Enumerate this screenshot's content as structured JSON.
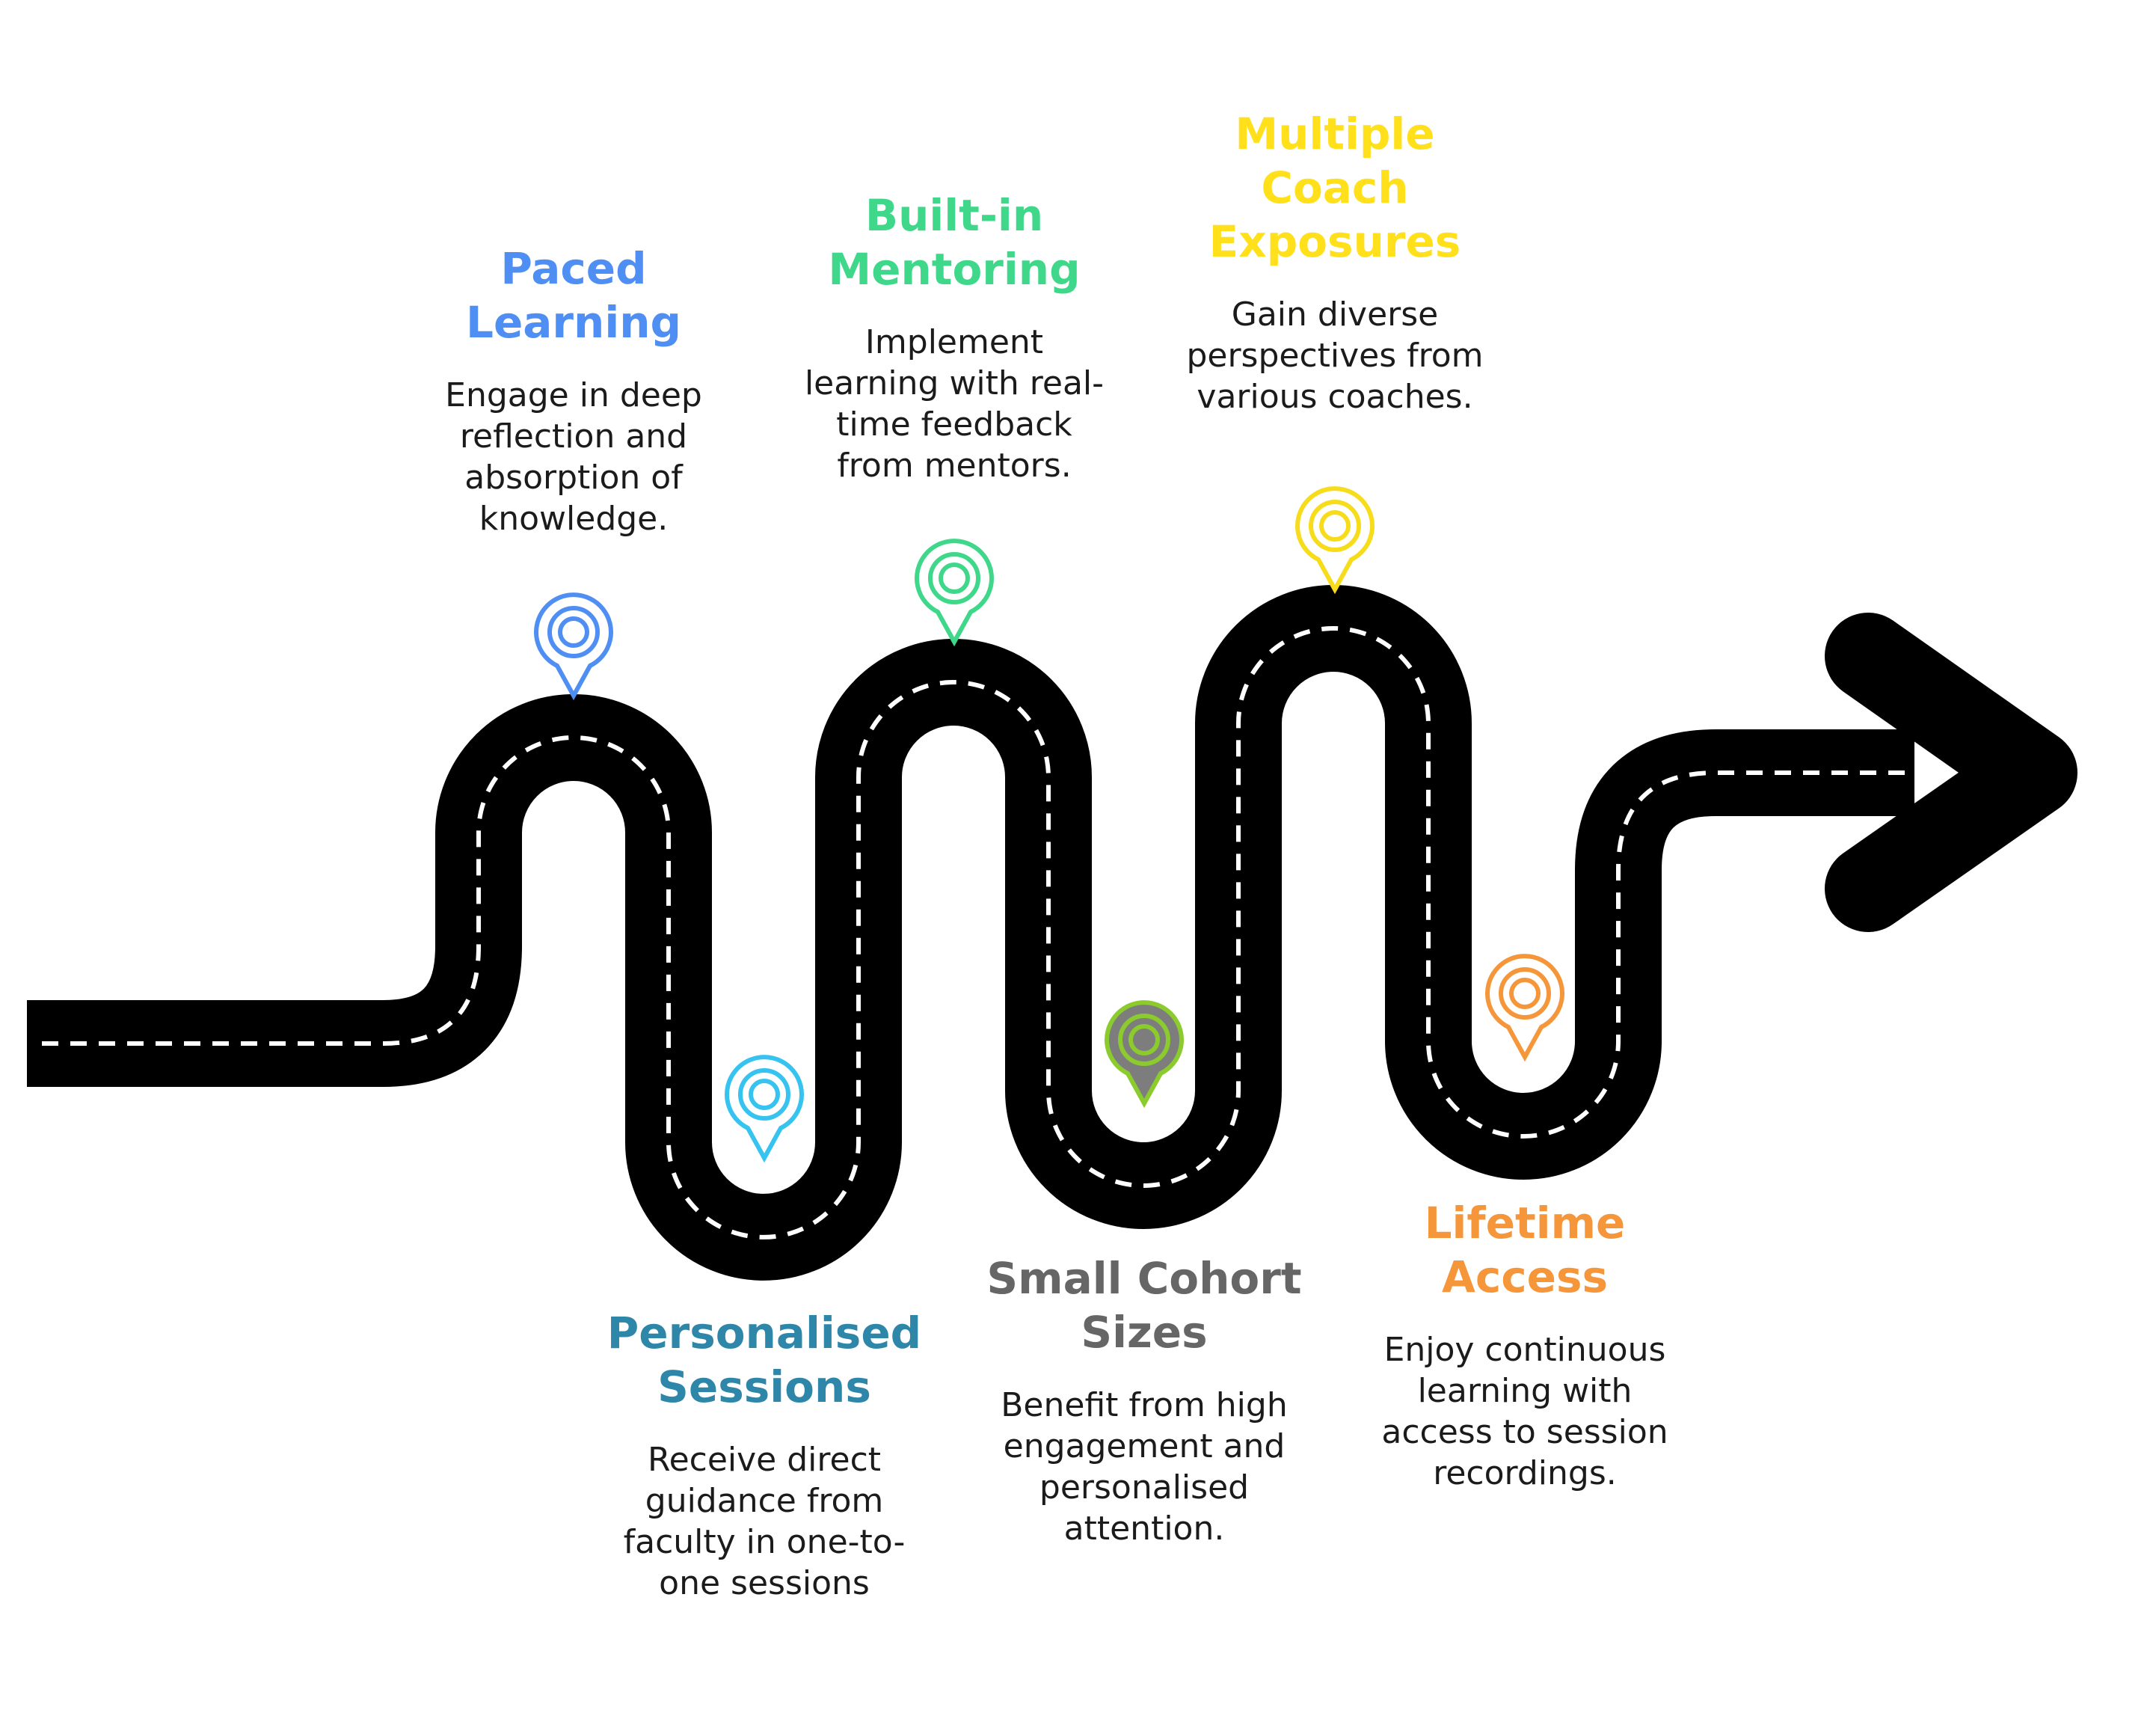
{
  "milestones": [
    {
      "id": "paced-learning",
      "title_lines": [
        "Paced",
        "Learning"
      ],
      "desc_lines": [
        "Engage in deep",
        "reflection and",
        "absorption of",
        "knowledge."
      ],
      "color": "#4f8ef2"
    },
    {
      "id": "personalised-sessions",
      "title_lines": [
        "Personalised",
        "Sessions"
      ],
      "desc_lines": [
        "Receive direct",
        "guidance from",
        "faculty in one-to-",
        "one sessions"
      ],
      "color": "#2e86a8",
      "pin_color": "#37c3f0"
    },
    {
      "id": "built-in-mentoring",
      "title_lines": [
        "Built-in",
        "Mentoring"
      ],
      "desc_lines": [
        "Implement",
        "learning with real-",
        "time feedback",
        "from mentors."
      ],
      "color": "#3fd88a"
    },
    {
      "id": "small-cohort-sizes",
      "title_lines": [
        "Small Cohort",
        "Sizes"
      ],
      "desc_lines": [
        "Benefit from high",
        "engagement and",
        "personalised",
        "attention."
      ],
      "color": "#666666",
      "pin_color": "#8ccb2e"
    },
    {
      "id": "multiple-coach-exposures",
      "title_lines": [
        "Multiple",
        "Coach",
        "Exposures"
      ],
      "desc_lines": [
        "Gain diverse",
        "perspectives from",
        "various coaches."
      ],
      "color": "#ffe01a",
      "pin_color": "#f7dc1c"
    },
    {
      "id": "lifetime-access",
      "title_lines": [
        "Lifetime",
        "Access"
      ],
      "desc_lines": [
        "Enjoy continuous",
        "learning with",
        "access to session",
        "recordings."
      ],
      "color": "#f5963a"
    }
  ],
  "road": {
    "color": "#000000",
    "stripe_color": "#ffffff"
  }
}
